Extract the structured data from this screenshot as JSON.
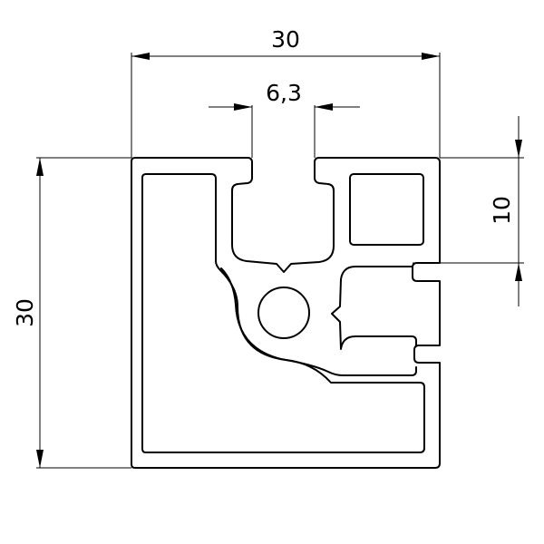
{
  "dimensions": {
    "overall_width": "30",
    "slot_width": "6,3",
    "overall_height": "30",
    "slot_depth": "10"
  },
  "colors": {
    "line": "#000000",
    "background": "#ffffff"
  }
}
